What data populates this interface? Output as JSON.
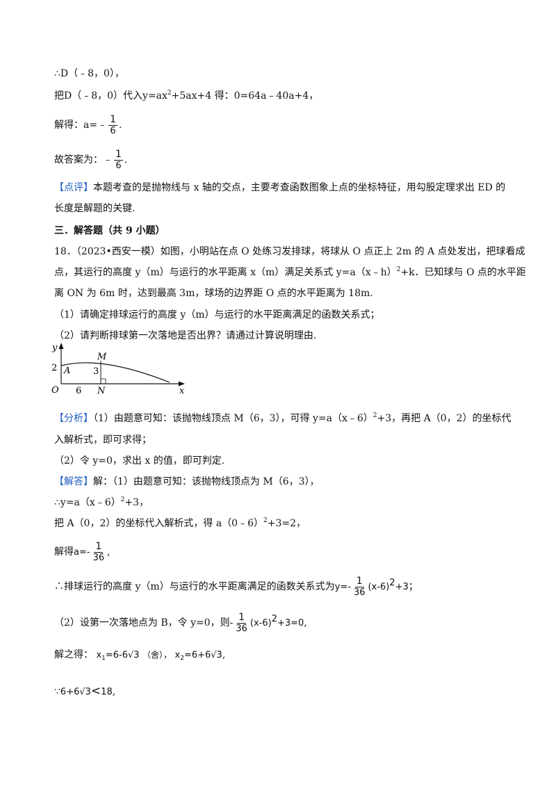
{
  "lines": {
    "l1": "∴D（﹣8，0），",
    "l2_pre": "把D（﹣8，0）代入y=ax",
    "l2_sup": "2",
    "l2_post": "+5ax+4 得：0=64a﹣40a+4，",
    "l3_pre": "解得：a=﹣",
    "l3_num": "1",
    "l3_den": "6",
    "l3_post": ".",
    "l4_pre": "故答案为：﹣",
    "l4_num": "1",
    "l4_den": "6",
    "l4_post": ".",
    "comment_tag": "【点评】",
    "comment_1": "本题考查的是抛物线与 x 轴的交点，主要考查函数图象上点的坐标特征，用勾股定理求出 ED 的",
    "comment_2": "长度是解题的关键.",
    "section": "三．解答题（共 9 小题）",
    "q_1": "18．（2023•西安一模）如图，小明站在点 O 处练习发排球，将球从 O 点正上 2m 的 A 点处发出，把球看成",
    "q_2_pre": "点，其运行的高度 y（m）与运行的水平距离 x（m）满足关系式 y=a（x﹣h）",
    "q_2_sup": "2",
    "q_2_post": "+k．已知球与 O 点的水平距",
    "q_3": "离 ON 为 6m 时，达到最高 3m，球场的边界距 O 点的水平距离为 18m.",
    "q_sub1": "（1）请确定排球运行的高度 y（m）与运行的水平距离满足的函数关系式；",
    "q_sub2": "（2）请判断排球第一次落地是否出界？请通过计算说明理由.",
    "analysis_tag": "【分析】",
    "analysis_1_pre": "（1）由题意可知：该抛物线顶点 M（6，3），可得 y=a（x﹣6）",
    "analysis_1_sup": "2",
    "analysis_1_post": "+3，再把 A（0，2）的坐标代",
    "analysis_2": "入解析式，即可求得；",
    "analysis_3": "（2）令 y=0，求出 x 的值，即可判定.",
    "answer_tag": "【解答】",
    "answer_1": "解：（1）由题意可知：该抛物线顶点为 M（6，3），",
    "answer_2_pre": "∴y=a（x﹣6）",
    "answer_2_sup": "2",
    "answer_2_post": "+3，",
    "answer_3_pre": "把 A（0，2）的坐标代入解析式，得 a（0﹣6）",
    "answer_3_sup": "2",
    "answer_3_post": "+3=2，",
    "answer_4_pre": "解得",
    "answer_4_mid": "a=-",
    "answer_4_num": "1",
    "answer_4_den": "36",
    "answer_4_post": ",",
    "answer_5_pre": "∴排球运行的高度 y（m）与运行的水平距离满足的函数关系式为",
    "answer_5_mid": "y=-",
    "answer_5_num": "1",
    "answer_5_den": "36",
    "answer_5_tail": "(x-6)",
    "answer_5_sup": "2",
    "answer_5_end": "+3",
    "answer_5_post": "；",
    "answer_6_pre": "（2）设第一次落地点为 B，令 y=0，则",
    "answer_6_mid": "-",
    "answer_6_num": "1",
    "answer_6_den": "36",
    "answer_6_tail": "(x-6)",
    "answer_6_sup": "2",
    "answer_6_end": "+3=0",
    "answer_6_post": ",",
    "answer_7_pre": "解之得：",
    "answer_7_x1": "x",
    "answer_7_x1sub": "1",
    "answer_7_x1val": "=6-6√3",
    "answer_7_note": "（舍），",
    "answer_7_x2": "x",
    "answer_7_x2sub": "2",
    "answer_7_x2val": "=6+6√3",
    "answer_7_post": ",",
    "answer_8_pre": "∵",
    "answer_8_expr": "6+6√3",
    "answer_8_lt": "<",
    "answer_8_val": "18",
    "answer_8_post": ","
  },
  "figure": {
    "y_axis": "y",
    "x_axis": "x",
    "origin": "O",
    "label_2": "2",
    "label_A": "A",
    "label_M": "M",
    "label_3": "3",
    "label_6": "6",
    "label_N": "N"
  }
}
